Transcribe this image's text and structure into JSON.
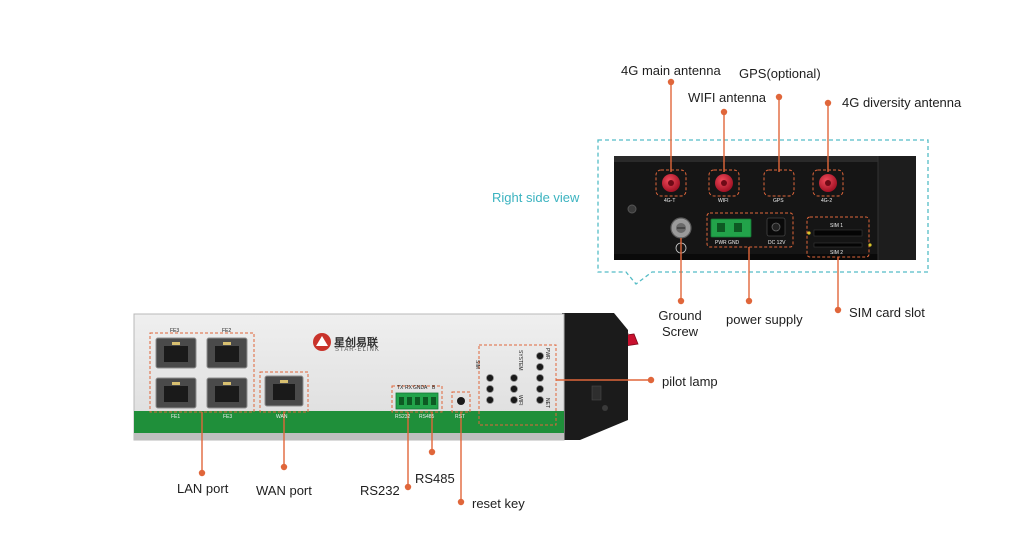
{
  "right_view": {
    "title": "Right side view",
    "callouts": {
      "main_antenna": "4G main antenna",
      "gps": "GPS(optional)",
      "wifi": "WIFI antenna",
      "diversity": "4G diversity antenna",
      "ground": "Ground\nScrew",
      "power": "power supply",
      "sim": "SIM card slot"
    },
    "panel_labels": {
      "ant_4g_t": "4G-T",
      "ant_wifi": "WIFI",
      "ant_gps": "GPS",
      "ant_4g_2": "4G-2",
      "pwr_gnd": "PWR GND",
      "dc": "DC 12V",
      "sim1": "SIM 1",
      "sim2": "SIM 2"
    }
  },
  "front_view": {
    "brand": {
      "cn": "星创易联",
      "en": "STAR-ELINK"
    },
    "callouts": {
      "lan": "LAN port",
      "wan": "WAN port",
      "rs232": "RS232",
      "rs485": "RS485",
      "reset": "reset key",
      "pilot": "pilot lamp"
    },
    "port_labels": {
      "fe3": "FE3",
      "fe2": "FE2",
      "fe1": "FE1",
      "fe0": "FE3",
      "wan": "WAN",
      "rs232": "RS232",
      "rs485": "RS485",
      "rst": "RST",
      "tx": "TX",
      "rx": "RX",
      "gnd": "GND",
      "a": "A",
      "b": "B"
    },
    "led_labels": {
      "sim": "SIM",
      "pwr": "PWR",
      "system": "SYSTEM",
      "wifi": "WIFI",
      "net": "NET"
    }
  },
  "colors": {
    "accent_orange": "#e0663a",
    "callout_teal": "#3bb3c0",
    "panel_green": "#1f8f3a",
    "antenna_red": "#c8102e"
  }
}
